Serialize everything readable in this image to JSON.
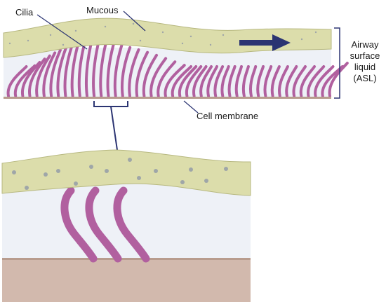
{
  "labels": {
    "cilia": "Cilia",
    "mucous": "Mucous",
    "cell_membrane": "Cell membrane",
    "asl_line1": "Airway",
    "asl_line2": "surface",
    "asl_line3": "liquid",
    "asl_line4": "(ASL)"
  },
  "colors": {
    "mucous_fill": "#dcddab",
    "mucous_edge": "#b7b880",
    "liquid_fill": "#eef1f7",
    "liquid_edge": "#c5cddd",
    "cilia": "#b1609f",
    "membrane": "#d2b9ad",
    "membrane_top": "#b89c8e",
    "arrow": "#2b3472",
    "dots": "#9fa6a8",
    "leader_line": "#2b3472"
  },
  "icons": {
    "flow_arrow": "right-arrow-icon"
  }
}
